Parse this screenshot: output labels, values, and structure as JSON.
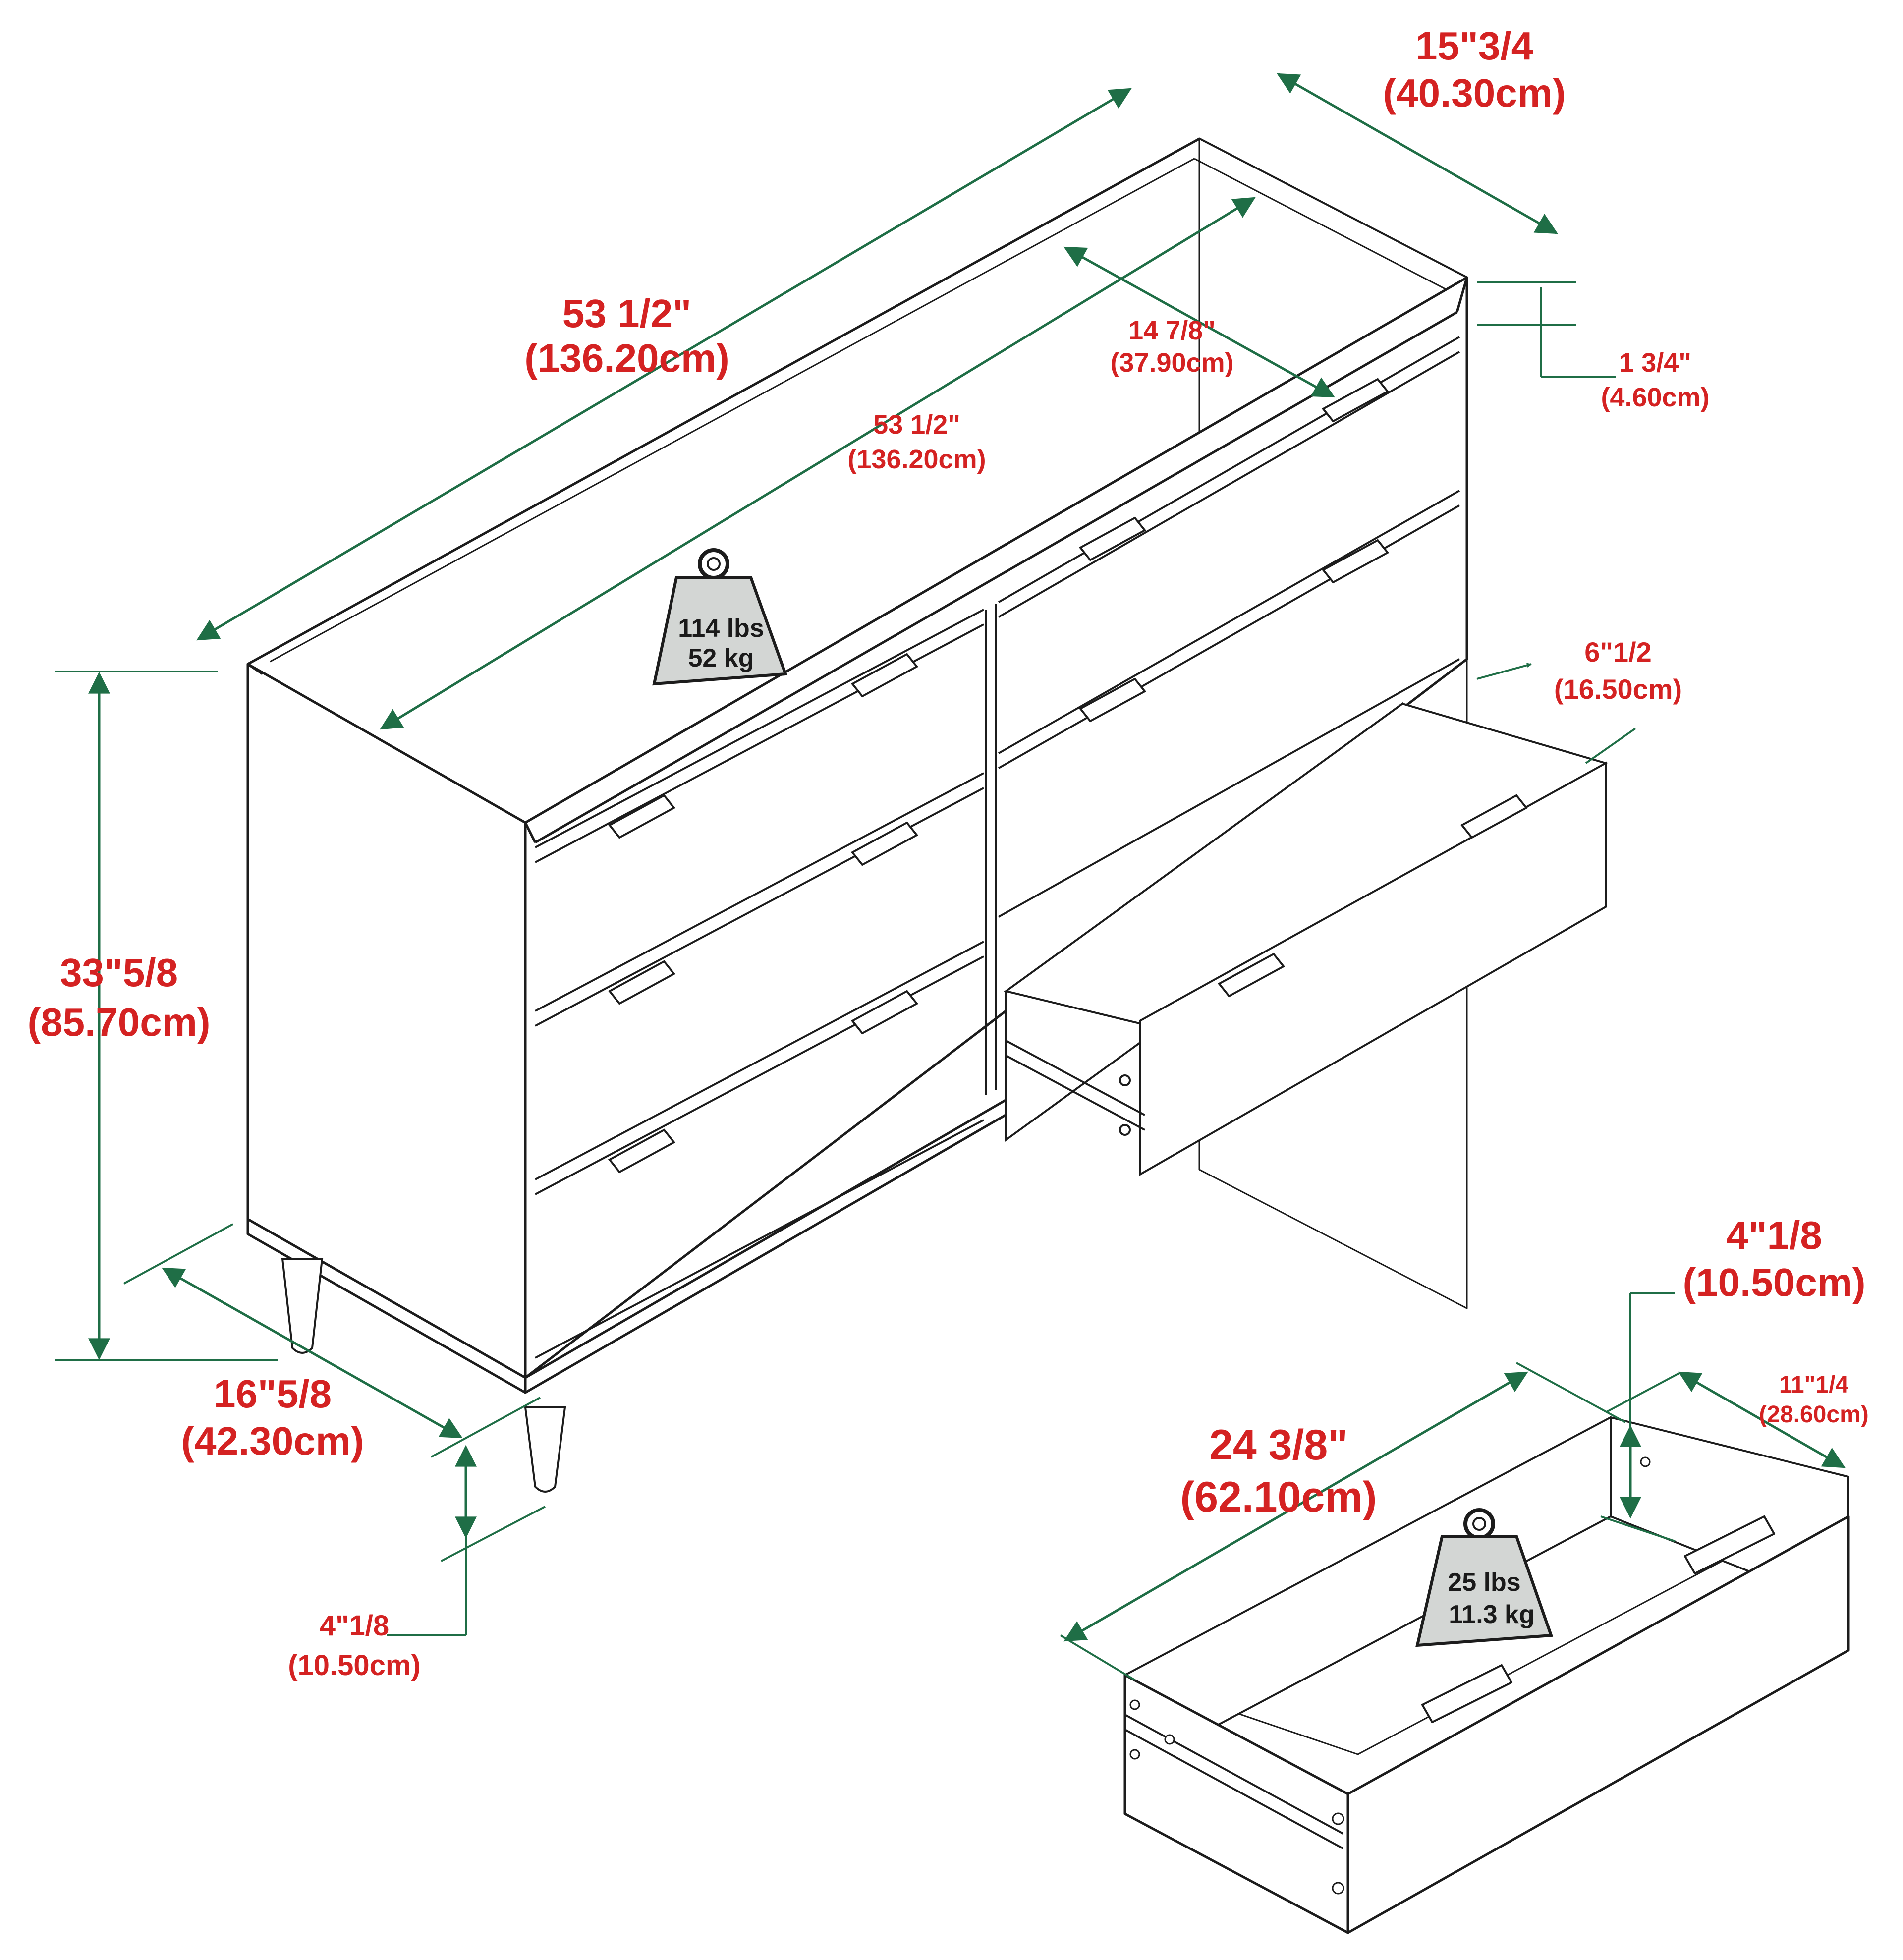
{
  "colors": {
    "line": "#1c1c1c",
    "dimension_line": "#1f6e46",
    "dimension_text": "#d42222",
    "weight_fill": "#d3d6d4"
  },
  "dresser": {
    "overall_width": {
      "imperial": "53 1/2\"",
      "metric": "(136.20cm)"
    },
    "depth": {
      "imperial": "15\"3/4",
      "metric": "(40.30cm)"
    },
    "inner_width": {
      "imperial": "53 1/2\"",
      "metric": "(136.20cm)"
    },
    "inner_depth": {
      "imperial": "14 7/8\"",
      "metric": "(37.90cm)"
    },
    "top_thickness": {
      "imperial": "1 3/4\"",
      "metric": "(4.60cm)"
    },
    "height": {
      "imperial": "33\"5/8",
      "metric": "(85.70cm)"
    },
    "base_depth": {
      "imperial": "16\"5/8",
      "metric": "(42.30cm)"
    },
    "leg_height": {
      "imperial": "4\"1/8",
      "metric": "(10.50cm)"
    },
    "drawer_extension": {
      "imperial": "6\"1/2",
      "metric": "(16.50cm)"
    },
    "weight": {
      "lbs": "114 lbs",
      "kg": "52 kg",
      "icon": "weight-icon"
    }
  },
  "drawer": {
    "height": {
      "imperial": "4\"1/8",
      "metric": "(10.50cm)"
    },
    "width": {
      "imperial": "24 3/8\"",
      "metric": "(62.10cm)"
    },
    "depth": {
      "imperial": "11\"1/4",
      "metric": "(28.60cm)"
    },
    "weight": {
      "lbs": "25 lbs",
      "kg": "11.3 kg",
      "icon": "weight-icon"
    }
  }
}
